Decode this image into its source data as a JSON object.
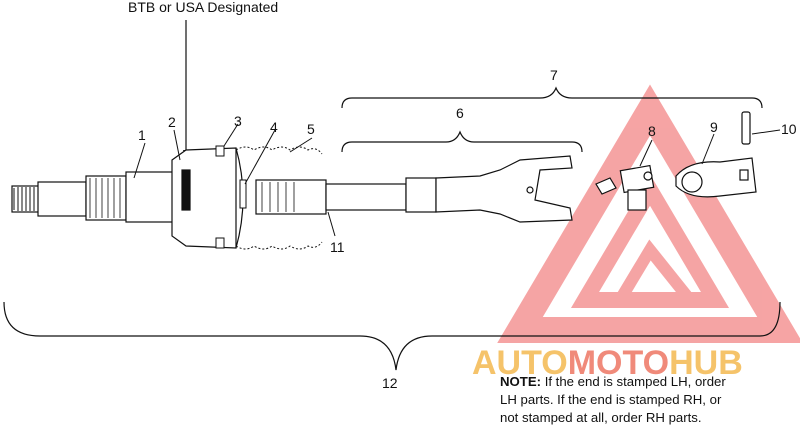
{
  "diagram": {
    "header_label": "BTB or USA Designated",
    "callouts": [
      "1",
      "2",
      "3",
      "4",
      "5",
      "6",
      "7",
      "8",
      "9",
      "10",
      "11",
      "12"
    ],
    "note": {
      "prefix": "NOTE:",
      "line1": "  If the end is stamped LH, order",
      "line2": "LH parts.  If the end is stamped RH, or",
      "line3": "not stamped at all, order RH parts."
    }
  },
  "watermark": {
    "part1": "AUTO",
    "part2": "MOTO",
    "part3": "HUB",
    "colors": {
      "yellow": "#f5c36a",
      "red": "#f08a7a"
    }
  }
}
